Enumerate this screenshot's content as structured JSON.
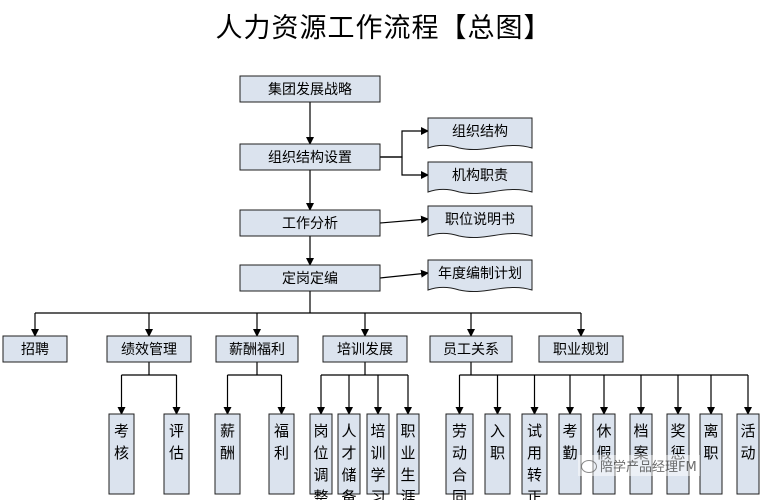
{
  "title": "人力资源工作流程【总图】",
  "main_chain": [
    "集团发展战略",
    "组织结构设置",
    "工作分析",
    "定岗定编"
  ],
  "side_documents": [
    {
      "from": "组织结构设置",
      "label": "组织结构"
    },
    {
      "from": "组织结构设置",
      "label": "机构职责"
    },
    {
      "from": "工作分析",
      "label": "职位说明书"
    },
    {
      "from": "定岗定编",
      "label": "年度编制计划"
    }
  ],
  "branches": [
    {
      "label": "招聘",
      "children": []
    },
    {
      "label": "绩效管理",
      "children": [
        "考核",
        "评估"
      ]
    },
    {
      "label": "薪酬福利",
      "children": [
        "薪酬",
        "福利"
      ]
    },
    {
      "label": "培训发展",
      "children": [
        "岗位调整",
        "人才储备",
        "培训学习",
        "职业生涯"
      ]
    },
    {
      "label": "员工关系",
      "children": [
        "劳动合同",
        "入职",
        "试用转正",
        "考勤",
        "休假",
        "档案",
        "奖惩",
        "离职",
        "活动"
      ]
    },
    {
      "label": "职业规划",
      "children": []
    }
  ],
  "watermark": "陪学产品经理FM",
  "colors": {
    "box_fill": "#dbe3ee",
    "line": "#000000"
  }
}
